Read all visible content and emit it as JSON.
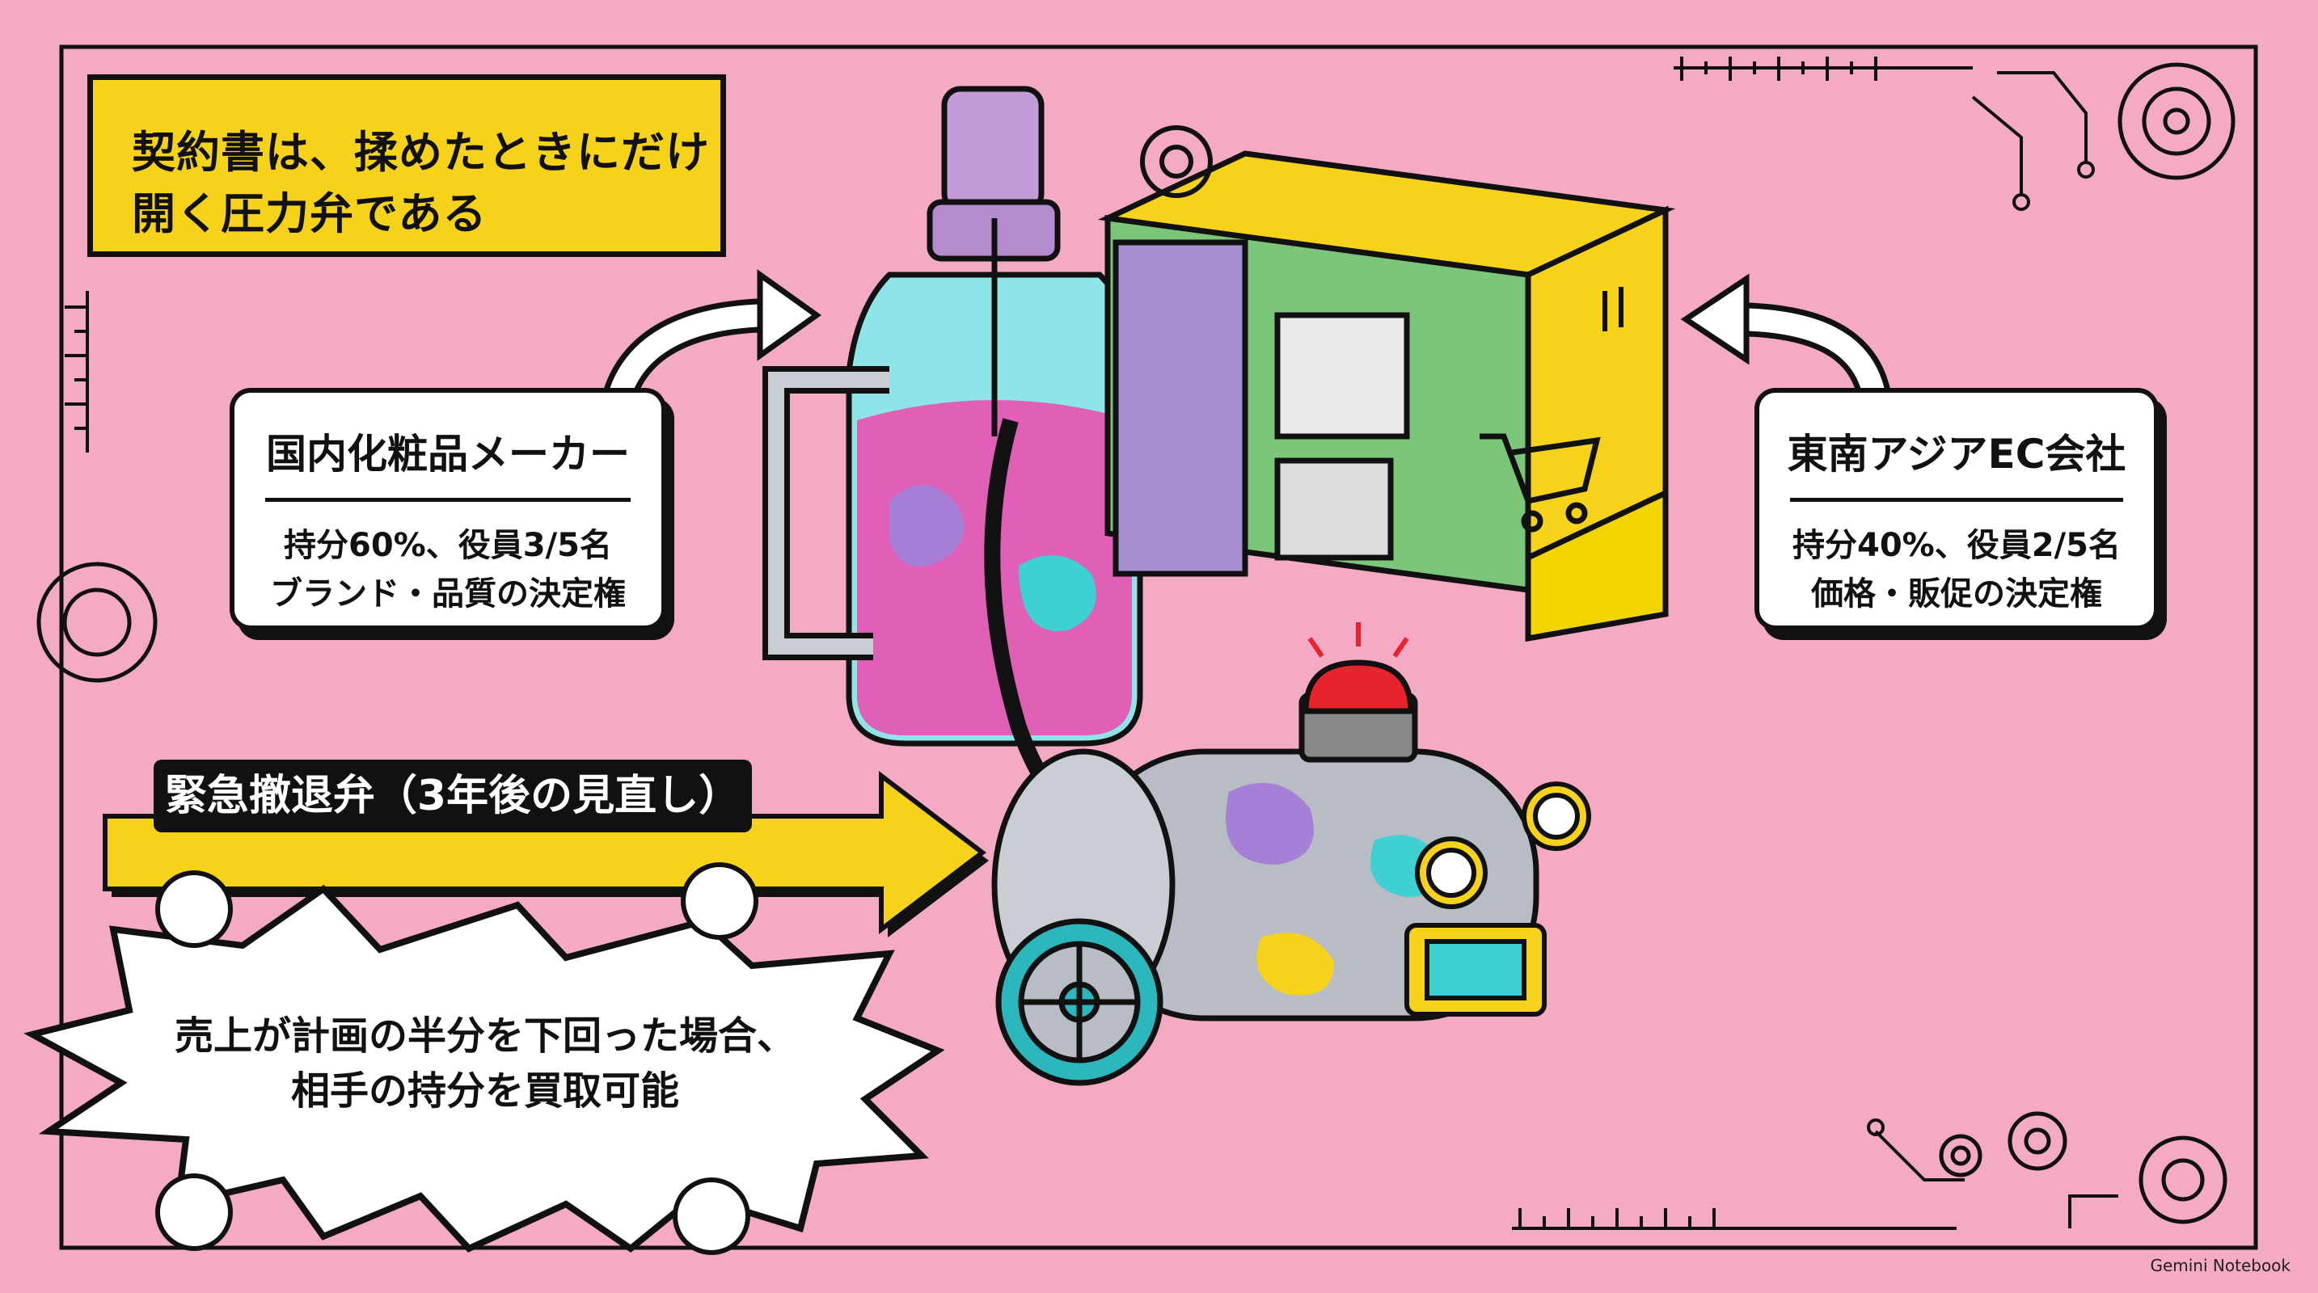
{
  "title": {
    "line1": "契約書は、揉めたときにだけ",
    "line2": "開く圧力弁である"
  },
  "left_party": {
    "name": "国内化粧品メーカー",
    "line1": "持分60%、役員3/5名",
    "line2": "ブランド・品質の決定権"
  },
  "right_party": {
    "name": "東南アジアEC会社",
    "line1": "持分40%、役員2/5名",
    "line2": "価格・販促の決定権"
  },
  "emergency_valve": {
    "label": "緊急撤退弁（3年後の見直し）"
  },
  "condition": {
    "line1": "売上が計画の半分を下回った場合、",
    "line2": "相手の持分を買取可能"
  },
  "watermark": "Gemini Notebook",
  "colors": {
    "background": "#f4a9c4",
    "accent_yellow": "#f7d21b",
    "teal": "#3fd0d4",
    "purple": "#a87fd6",
    "green": "#7cc67a",
    "alarm_red": "#e8232b",
    "ink": "#111111"
  },
  "icons": [
    "gear-icon",
    "cart-icon",
    "this-side-up-icon",
    "alarm-light-icon",
    "pressure-gauge-icon",
    "valve-wheel-icon",
    "spray-bottle-icon"
  ]
}
